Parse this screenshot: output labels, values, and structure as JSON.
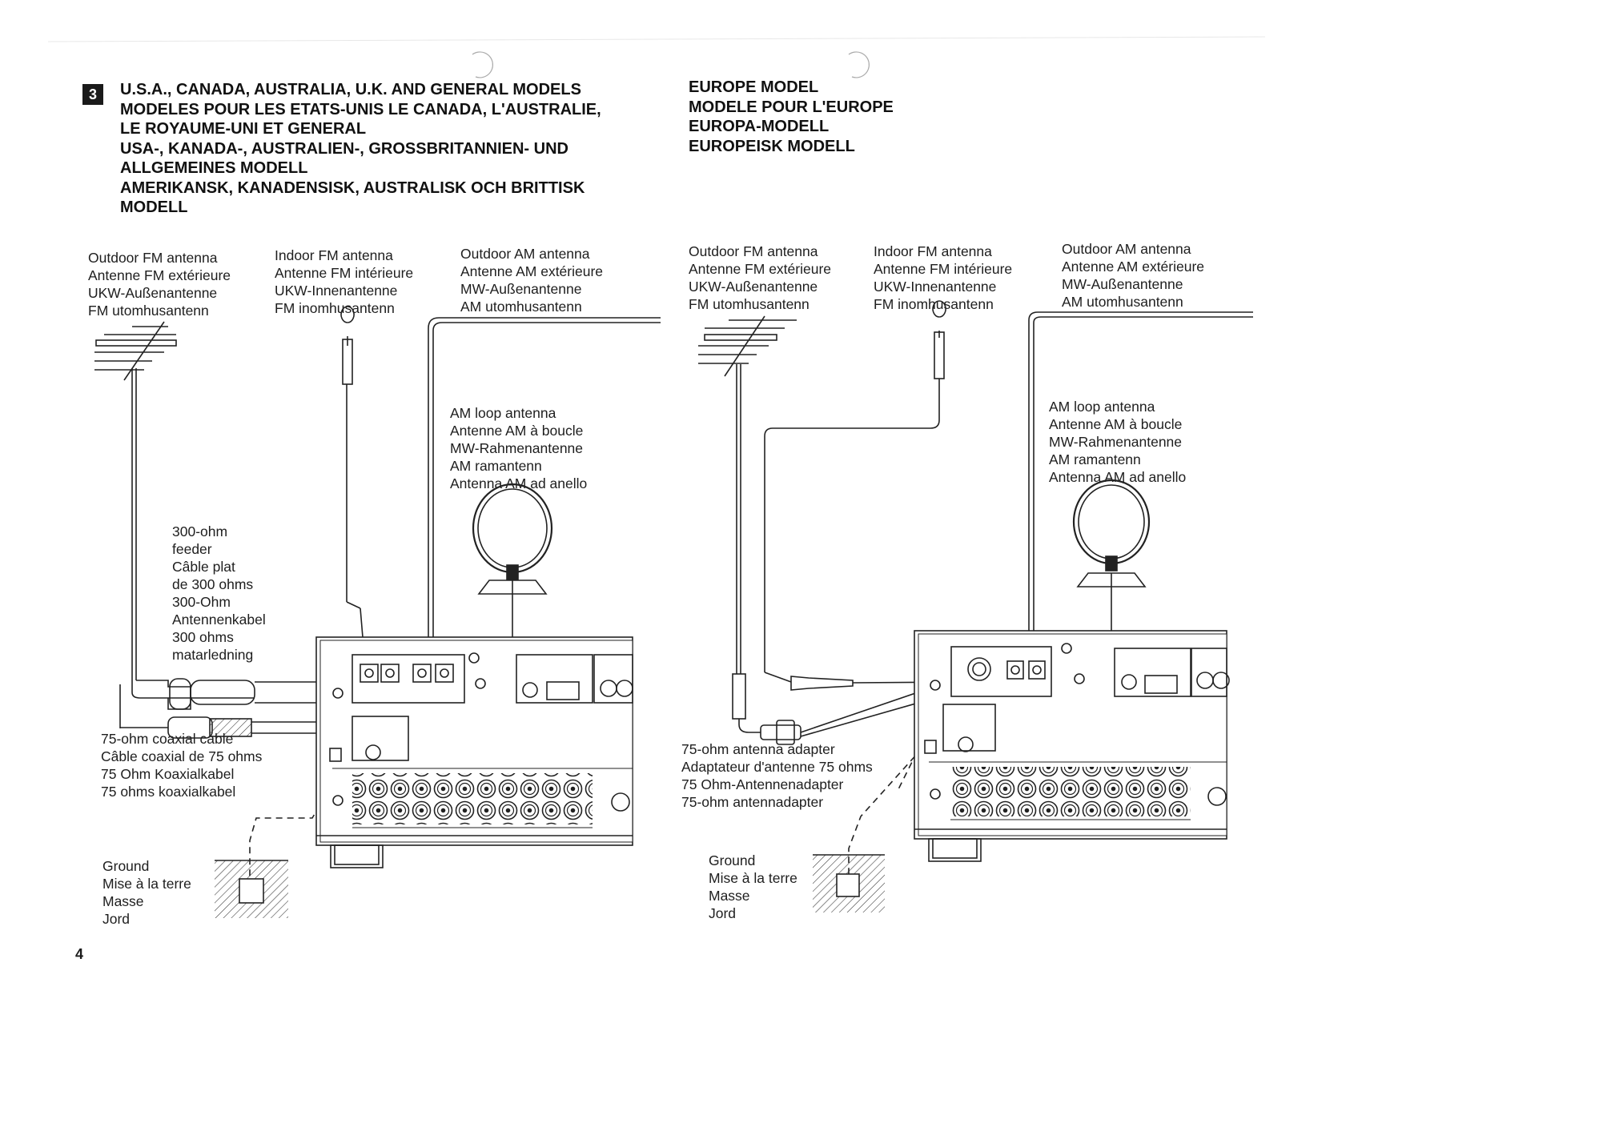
{
  "section": {
    "number": "3"
  },
  "left": {
    "title_lines": [
      "U.S.A., CANADA, AUSTRALIA, U.K. AND GENERAL MODELS",
      "MODELES POUR LES ETATS-UNIS LE CANADA, L'AUSTRALIE,",
      "LE ROYAUME-UNI ET GENERAL",
      "USA-, KANADA-, AUSTRALIEN-, GROSSBRITANNIEN- UND",
      "ALLGEMEINES MODELL",
      "AMERIKANSK, KANADENSISK, AUSTRALISK OCH BRITTISK",
      "MODELL"
    ],
    "outdoor_fm": [
      "Outdoor FM antenna",
      "Antenne FM extérieure",
      "UKW-Außenantenne",
      "FM utomhusantenn"
    ],
    "indoor_fm": [
      "Indoor FM antenna",
      "Antenne FM intérieure",
      "UKW-Innenantenne",
      "FM inomhusantenn"
    ],
    "outdoor_am": [
      "Outdoor AM antenna",
      "Antenne AM extérieure",
      "MW-Außenantenne",
      "AM utomhusantenn"
    ],
    "am_loop": [
      "AM loop antenna",
      "Antenne AM à boucle",
      "MW-Rahmenantenne",
      "AM ramantenn",
      "Antenna AM ad anello"
    ],
    "feeder": [
      "300-ohm",
      "feeder",
      "Câble plat",
      "de 300 ohms",
      "300-Ohm",
      "Antennenkabel",
      "300 ohms",
      "matarledning"
    ],
    "coax": [
      "75-ohm coaxial cable",
      "Câble coaxial de 75 ohms",
      "75 Ohm Koaxialkabel",
      "75 ohms koaxialkabel"
    ],
    "ground": [
      "Ground",
      "Mise à la terre",
      "Masse",
      "Jord"
    ]
  },
  "right": {
    "title_lines": [
      "EUROPE MODEL",
      "MODELE POUR L'EUROPE",
      "EUROPA-MODELL",
      "EUROPEISK MODELL"
    ],
    "outdoor_fm": [
      "Outdoor FM antenna",
      "Antenne FM extérieure",
      "UKW-Außenantenne",
      "FM utomhusantenn"
    ],
    "indoor_fm": [
      "Indoor FM antenna",
      "Antenne FM intérieure",
      "UKW-Innenantenne",
      "FM inomhusantenn"
    ],
    "outdoor_am": [
      "Outdoor AM antenna",
      "Antenne AM extérieure",
      "MW-Außenantenne",
      "AM utomhusantenn"
    ],
    "am_loop": [
      "AM loop antenna",
      "Antenne AM à boucle",
      "MW-Rahmenantenne",
      "AM ramantenn",
      "Antenna AM ad anello"
    ],
    "adapter": [
      "75-ohm antenna adapter",
      "Adaptateur d'antenne 75 ohms",
      "75 Ohm-Antennenadapter",
      "75-ohm antennadapter"
    ],
    "ground": [
      "Ground",
      "Mise à la terre",
      "Masse",
      "Jord"
    ]
  },
  "page_number": "4"
}
